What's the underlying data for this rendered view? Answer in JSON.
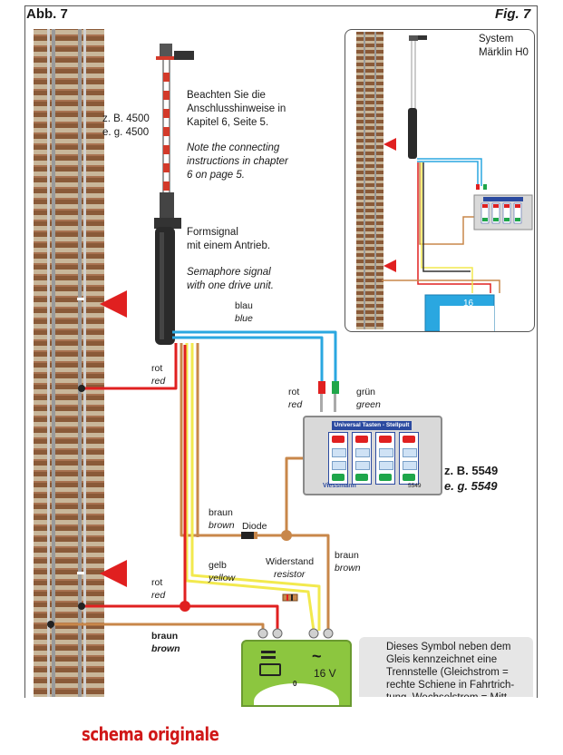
{
  "header": {
    "left": "Abb. 7",
    "right": "Fig. 7"
  },
  "text_blocks": {
    "article_de": "z. B. 4500",
    "article_en": "e. g. 4500",
    "note_de_1": "Beachten Sie die",
    "note_de_2": "Anschlusshinweise in",
    "note_de_3": "Kapitel 6, Seite 5.",
    "note_en_1": "Note the connecting",
    "note_en_2": "instructions in chapter",
    "note_en_3": "6 on page 5.",
    "signal_de_1": "Formsignal",
    "signal_de_2": "mit einem Antrieb.",
    "signal_en_1": "Semaphore signal",
    "signal_en_2": "with one drive unit."
  },
  "wire_labels": {
    "blau": "blau",
    "blue": "blue",
    "rot1": "rot",
    "red1": "red",
    "rot_panel": "rot",
    "red_panel": "red",
    "gruen": "grün",
    "green": "green",
    "braun1": "braun",
    "brown1": "brown",
    "diode": "Diode",
    "braun2": "braun",
    "brown2": "brown",
    "widerstand": "Widerstand",
    "resistor": "resistor",
    "gelb": "gelb",
    "yellow": "yellow",
    "rot2": "rot",
    "red2": "red",
    "braun3": "braun",
    "brown3": "brown"
  },
  "panel": {
    "title": "Universal Tasten - Stellpult",
    "brand": "Viessmann",
    "number": "5549",
    "article_de": "z. B. 5549",
    "article_en": "e. g. 5549"
  },
  "transformer": {
    "voltage": "16 V",
    "symbol": "~",
    "scale_zero": "0"
  },
  "inset": {
    "system_1": "System",
    "system_2": "Märklin H0",
    "voltage": "16"
  },
  "note_box": {
    "text": "Dieses Symbol neben dem Gleis kennzeichnet eine Trennstelle (Gleichstrom = rechte Schiene in Fahrtrich-tung, Wechselstrom = Mitt-"
  },
  "footer": "schema originale",
  "colors": {
    "red": "#e02020",
    "blue": "#2aa7e0",
    "green": "#1fa64a",
    "brown": "#c8874a",
    "yellow": "#f2e94e",
    "track_tie": "#8a5a38",
    "rail": "#9a9a9a"
  }
}
